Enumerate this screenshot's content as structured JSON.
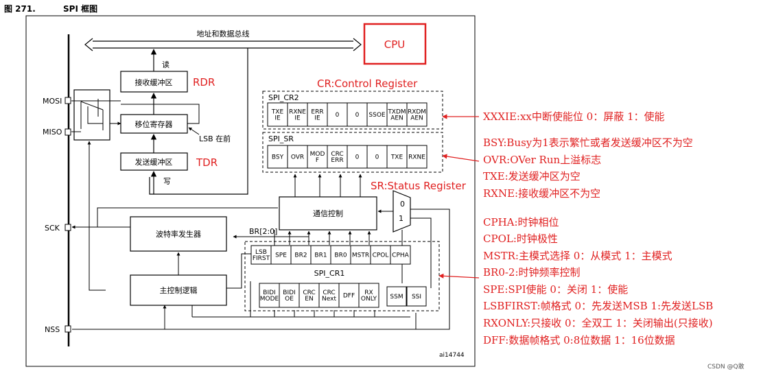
{
  "figure": {
    "caption_num": "图 271.",
    "caption_title": "SPI 框图",
    "source_id": "ai14744",
    "watermark": "CSDN @Q敢"
  },
  "bus": {
    "label": "地址和数据总线"
  },
  "cpu": {
    "label": "CPU"
  },
  "pins": {
    "mosi": "MOSI",
    "miso": "MISO",
    "sck": "SCK",
    "nss": "NSS"
  },
  "blocks": {
    "rx_buffer": "接收缓冲区",
    "shift_register": "移位寄存器",
    "tx_buffer": "发送缓冲区",
    "comm_control": "通信控制",
    "baud_generator": "波特率发生器",
    "master_control": "主控制逻辑"
  },
  "arrow_labels": {
    "read": "读",
    "write": "写",
    "lsb_first": "LSB 在前",
    "br": "BR[2:0]"
  },
  "red_labels": {
    "rdr": "RDR",
    "tdr": "TDR",
    "cr": "CR:Control Register",
    "sr": "SR:Status Register"
  },
  "registers": {
    "cr2_name": "SPI_CR2",
    "cr2_bits": [
      "TXE\nIE",
      "RXNE\nIE",
      "ERR\nIE",
      "0",
      "0",
      "SSOE",
      "TXDM\nAEN",
      "RXDM\nAEN"
    ],
    "sr_name": "SPI_SR",
    "sr_bits": [
      "BSY",
      "OVR",
      "MOD\nF",
      "CRC\nERR",
      "0",
      "0",
      "TXE",
      "RXNE"
    ],
    "cr1_name": "SPI_CR1",
    "cr1_top_bits": [
      "LSB\nFIRST",
      "SPE",
      "BR2",
      "BR1",
      "BR0",
      "MSTR",
      "CPOL",
      "CPHA"
    ],
    "cr1_bottom_bits": [
      "BIDI\nMODE",
      "BIDI\nOE",
      "CRC\nEN",
      "CRC\nNext",
      "DFF",
      "RX\nONLY"
    ],
    "ssm": "SSM",
    "ssi": "SSI"
  },
  "mux": {
    "in0": "0",
    "in1": "1"
  },
  "notes": {
    "cr2": "XXXIE:xx中断使能位 0：屏蔽 1：使能",
    "sr": [
      "BSY:Busy为1表示繁忙或者发送缓冲区不为空",
      "OVR:OVer Run上溢标志",
      "TXE:发送缓冲区为空",
      "RXNE:接收缓冲区不为空"
    ],
    "cr1": [
      "CPHA:时钟相位",
      "CPOL:时钟极性",
      "MSTR:主模式选择 0：从模式  1：主模式",
      "BR0-2:时钟频率控制",
      "SPE:SPI使能 0：关闭 1：使能",
      "LSBFIRST:帧格式 0：先发送MSB 1:先发送LSB",
      "RXONLY:只接收 0：全双工 1：关闭输出(只接收)",
      "DFF:数据帧格式 0:8位数据 1：16位数据"
    ]
  }
}
